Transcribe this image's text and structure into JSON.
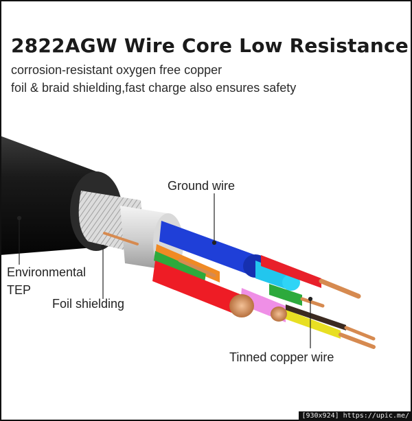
{
  "headline": "2822AGW Wire Core Low Resistance",
  "subtitle_line1": "corrosion-resistant oxygen free copper",
  "subtitle_line2": "foil & braid shielding,fast charge also ensures safety",
  "labels": {
    "ground_wire": "Ground wire",
    "environmental_line1": "Environmental",
    "environmental_line2": "TEP",
    "foil_shielding": "Foil shielding",
    "tinned_copper_wire": "Tinned copper wire"
  },
  "watermark": "[930x924] https://upic.me/",
  "colors": {
    "frame": "#111111",
    "jacket": "#1c1c1c",
    "foil": "#e3e3e3",
    "blue": "#1f3fd8",
    "red": "#ee1c25",
    "cyan": "#22c6ee",
    "green": "#2daa3c",
    "pink": "#ef8fe6",
    "yellow": "#e8df23",
    "orange": "#f08a24",
    "copper": "#c77a45"
  }
}
